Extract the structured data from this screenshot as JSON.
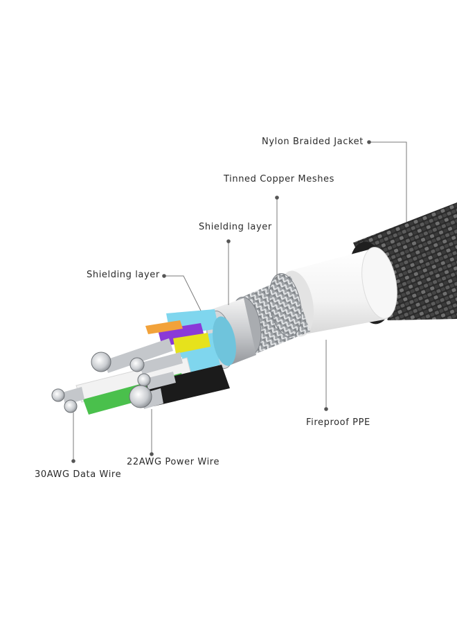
{
  "labels": {
    "nylon_jacket": "Nylon Braided Jacket",
    "tinned_copper": "Tinned Copper Meshes",
    "shielding_outer": "Shielding layer",
    "shielding_inner": "Shielding layer",
    "fireproof": "Fireproof PPE",
    "power_wire": "22AWG Power Wire",
    "data_wire": "30AWG Data Wire"
  },
  "colors": {
    "background": "#ffffff",
    "jacket": "#2c2c2c",
    "pvc": "#f5f5f5",
    "mesh": "#b9bcc0",
    "wire_cyan": "#7fd6ee",
    "wire_purple": "#8a3ad8",
    "wire_yellow": "#e6e21c",
    "wire_green": "#4ac04c",
    "wire_white": "#f2f2f2",
    "wire_black": "#1b1b1b",
    "wire_orange": "#f2a23a"
  }
}
